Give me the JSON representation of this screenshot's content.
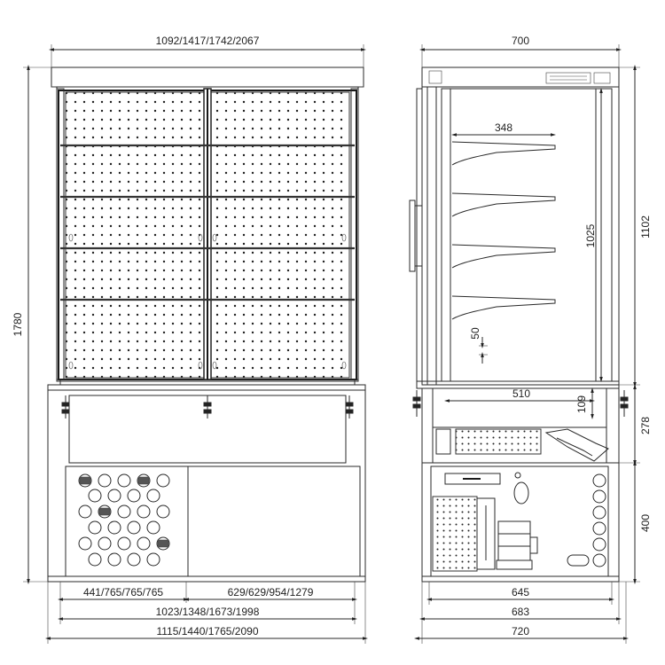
{
  "front_view": {
    "dimensions": {
      "top_width": "1092/1417/1742/2067",
      "total_height": "1780",
      "lower_left": "441/765/765/765",
      "lower_right": "629/629/954/1279",
      "base_inner_width": "1023/1348/1673/1998",
      "overall_width": "1115/1440/1765/2090"
    }
  },
  "side_view": {
    "dimensions": {
      "top_depth": "700",
      "shelf_depth": "348",
      "inner_height": "1025",
      "total_upper_height": "1102",
      "small_gap": "50",
      "base_depth": "510",
      "base_small": "109",
      "middle_height": "278",
      "bottom_height": "400",
      "base_width_1": "645",
      "base_width_2": "683",
      "base_width_3": "720"
    }
  }
}
